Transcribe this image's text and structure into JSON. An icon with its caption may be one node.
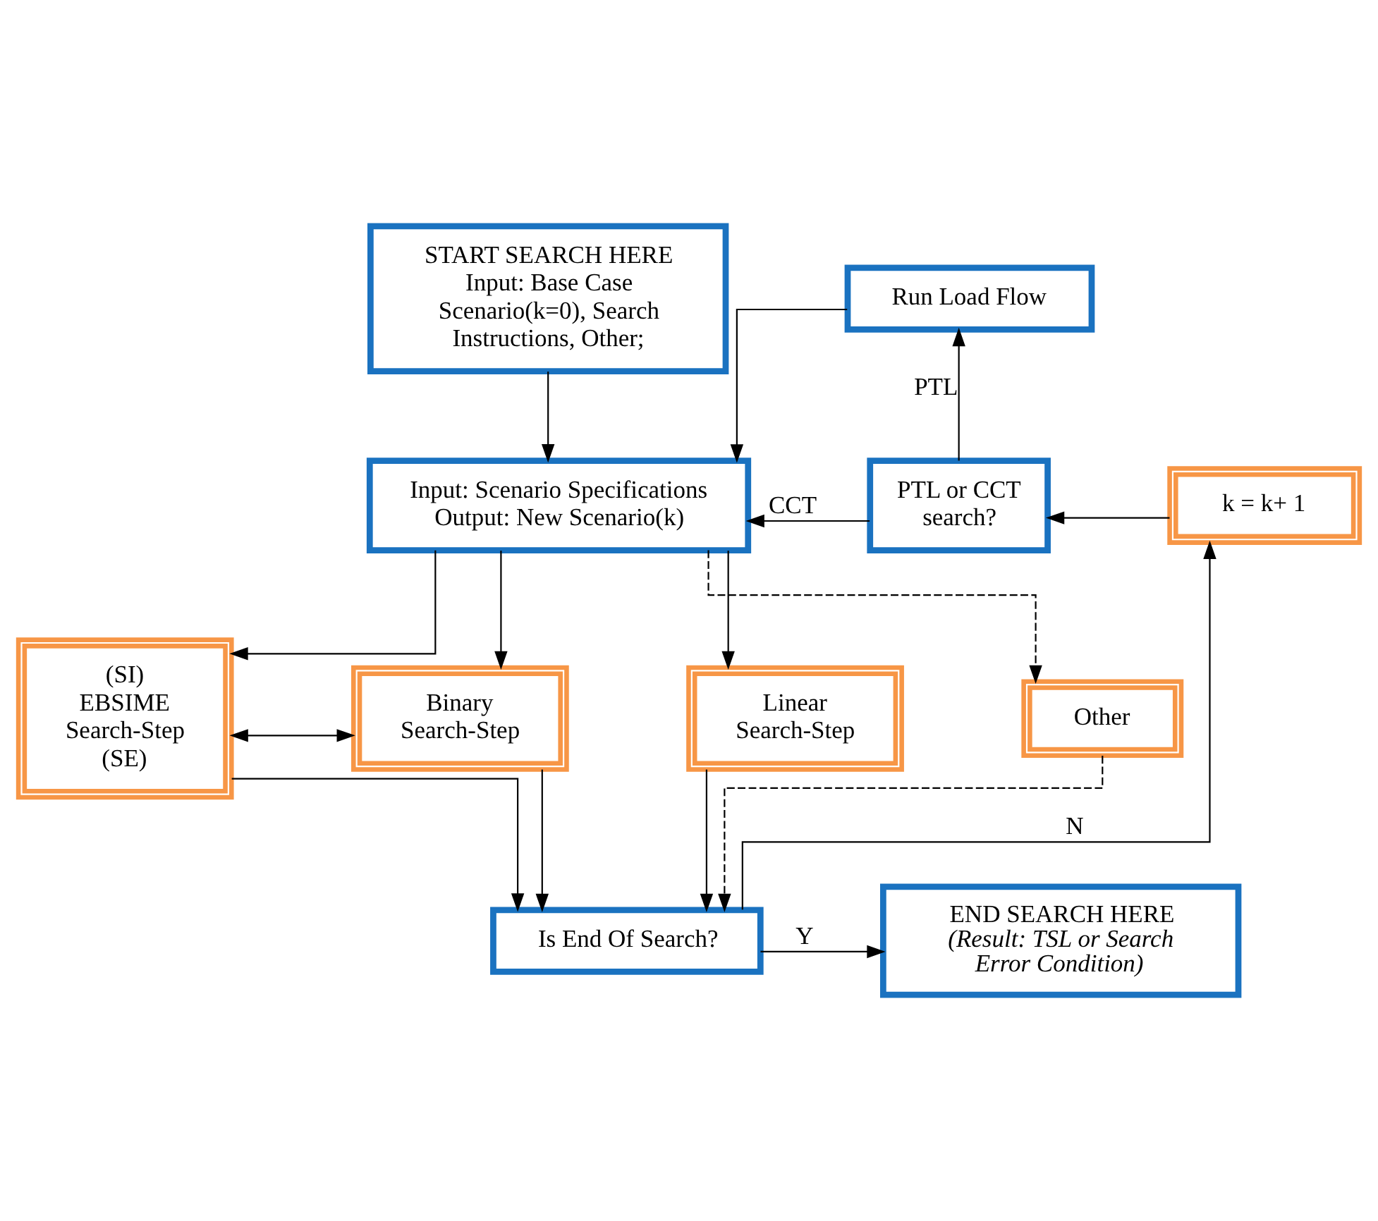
{
  "diagram": {
    "nodes": [
      {
        "text": [
          "START SEARCH HERE",
          "Input: Base Case Scenario(k=0), Search Instructions, Other;"
        ]
      },
      {
        "text": [
          "Run Load Flow"
        ]
      },
      {
        "text": [
          "Input: Scenario Specifications Output: New Scenario(k)"
        ]
      },
      {
        "text": [
          "PTL or CCT search?"
        ]
      },
      {
        "text": [
          "k = k+ 1"
        ]
      },
      {
        "text": [
          "(SI) EBSIME Search-Step (SE)"
        ]
      },
      {
        "text": [
          "Binary Search-Step"
        ]
      },
      {
        "text": [
          "Linear Search-Step"
        ]
      },
      {
        "text": [
          "Other"
        ]
      },
      {
        "text": [
          "END SEARCH HERE",
          "(Result: TSL or Search Error Condition)"
        ]
      },
      {
        "text": [
          "Is End Of Search?"
        ]
      }
    ],
    "edges": [
      {
        "from": 0,
        "to": 2,
        "arrow": "to"
      },
      {
        "from": 1,
        "to": 2,
        "arrow": "to"
      },
      {
        "from": 3,
        "to": 2,
        "arrow": "to",
        "label": "CCT"
      },
      {
        "from": 3,
        "to": 1,
        "arrow": "to",
        "label": "PTL"
      },
      {
        "from": 4,
        "to": 3,
        "arrow": "to"
      },
      {
        "from": 2,
        "to": 5,
        "arrow": "to"
      },
      {
        "from": 2,
        "to": 6,
        "arrow": "to"
      },
      {
        "from": 2,
        "to": 7,
        "arrow": "to"
      },
      {
        "from": 2,
        "to": 8,
        "arrow": "to",
        "style": "dashed"
      },
      {
        "from": 5,
        "to": 6,
        "arrow": "both"
      },
      {
        "from": 5,
        "to": 10,
        "arrow": "to"
      },
      {
        "from": 6,
        "to": 10,
        "arrow": "to"
      },
      {
        "from": 7,
        "to": 10,
        "arrow": "to"
      },
      {
        "from": 8,
        "to": 10,
        "arrow": "to",
        "style": "dashed"
      },
      {
        "from": 10,
        "to": 9,
        "arrow": "to",
        "label": "Y"
      },
      {
        "from": 10,
        "to": 4,
        "arrow": "to",
        "label": "N"
      }
    ]
  }
}
